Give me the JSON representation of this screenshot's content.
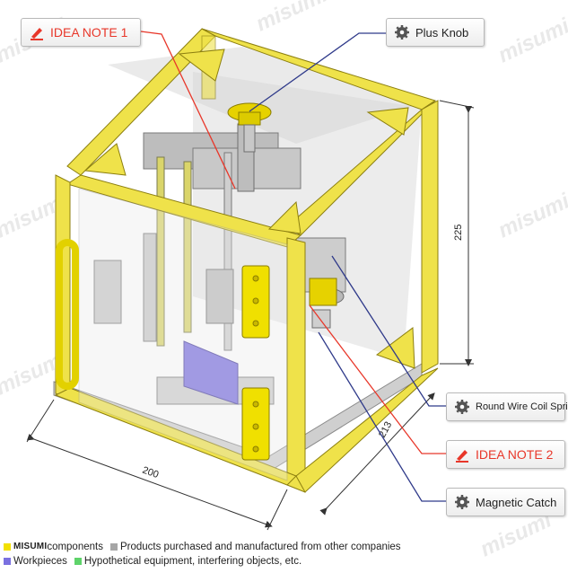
{
  "callouts": {
    "idea_note_1": "IDEA NOTE 1",
    "plus_knob": "Plus Knob",
    "round_wire_coil_spring": "Round Wire Coil Spring",
    "idea_note_2": "IDEA NOTE 2",
    "magnetic_catch": "Magnetic Catch"
  },
  "dimensions": {
    "height": "225",
    "depth": "213",
    "width": "200"
  },
  "watermark": "misumi",
  "legend": {
    "brand": "MISUMI",
    "misumi_components": "components",
    "purchased": "Products purchased and manufactured from other companies",
    "workpieces": "Workpieces",
    "hypothetical": "Hypothetical equipment, interfering objects, etc."
  },
  "colors": {
    "misumi_yellow": "#f2e000",
    "purchased_gray": "#a6a6a6",
    "workpiece_blue": "#7a70e0",
    "hypothetical_green": "#5ed36a",
    "idea_red": "#e8372a",
    "leader_blue": "#2f3a8a"
  }
}
